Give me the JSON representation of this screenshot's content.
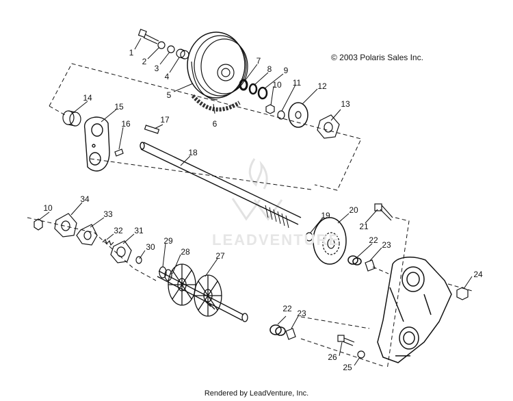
{
  "diagram": {
    "copyright": "© 2003 Polaris Sales Inc.",
    "footer": "Rendered by LeadVenture, Inc.",
    "watermark": "LEADVENTURE",
    "callouts": {
      "c1": "1",
      "c2": "2",
      "c3": "3",
      "c4": "4",
      "c5": "5",
      "c6": "6",
      "c7": "7",
      "c8": "8",
      "c9": "9",
      "c10a": "10",
      "c11": "11",
      "c12": "12",
      "c13": "13",
      "c14": "14",
      "c15": "15",
      "c16": "16",
      "c17": "17",
      "c18": "18",
      "c10b": "10",
      "c34": "34",
      "c33": "33",
      "c32": "32",
      "c31": "31",
      "c30": "30",
      "c29": "29",
      "c28": "28",
      "c27": "27",
      "c19": "19",
      "c20": "20",
      "c21": "21",
      "c22a": "22",
      "c23a": "23",
      "c24": "24",
      "c22b": "22",
      "c23b": "23",
      "c26": "26",
      "c25": "25"
    }
  }
}
